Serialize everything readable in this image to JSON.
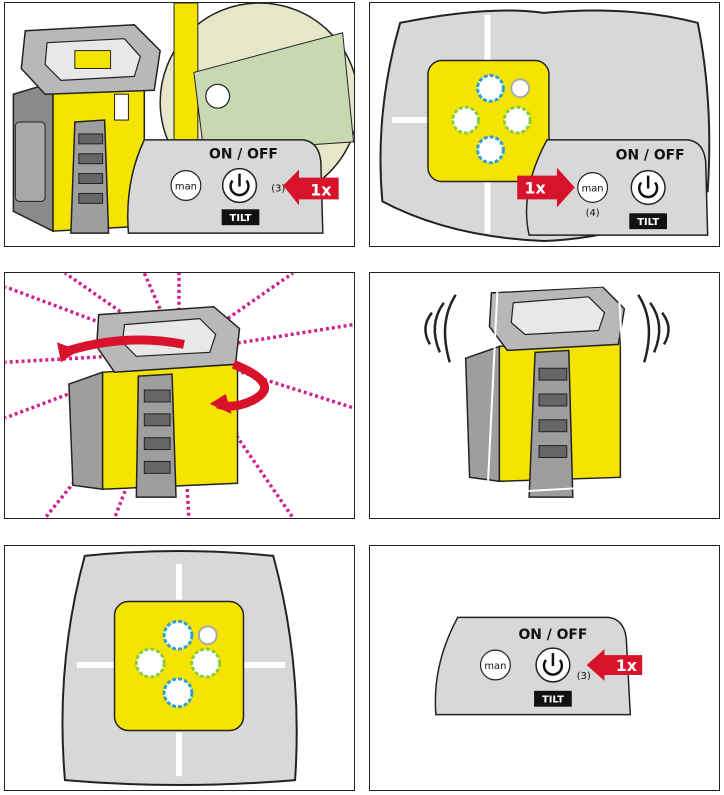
{
  "panels": [
    {
      "id": "step-1-press-on-off",
      "on_off_label": "ON / OFF",
      "man_label": "man",
      "tilt_label": "TILT",
      "ref_number": "(3)",
      "press_count": "1x"
    },
    {
      "id": "step-2-press-man",
      "on_off_label": "ON / OFF",
      "man_label": "man",
      "tilt_label": "TILT",
      "ref_number": "(4)",
      "press_count": "1x"
    },
    {
      "id": "step-3-rotating-laser"
    },
    {
      "id": "step-4-leveling-shake"
    },
    {
      "id": "step-5-led-display"
    },
    {
      "id": "step-6-press-on-off",
      "on_off_label": "ON / OFF",
      "man_label": "man",
      "tilt_label": "TILT",
      "ref_number": "(3)",
      "press_count": "1x"
    }
  ],
  "colors": {
    "device_yellow": "#f5e400",
    "housing_gray": "#9e9e9e",
    "light_gray": "#d8d8d8",
    "arrow_red": "#d8122a",
    "laser_magenta": "#d0218b",
    "led_blue": "#2aa0e0",
    "led_green": "#8ccc3c",
    "label_black": "#111111"
  },
  "icons": [
    "power-icon",
    "press-arrow-icon",
    "rotation-arrow-icon",
    "led-indicator-icon"
  ]
}
